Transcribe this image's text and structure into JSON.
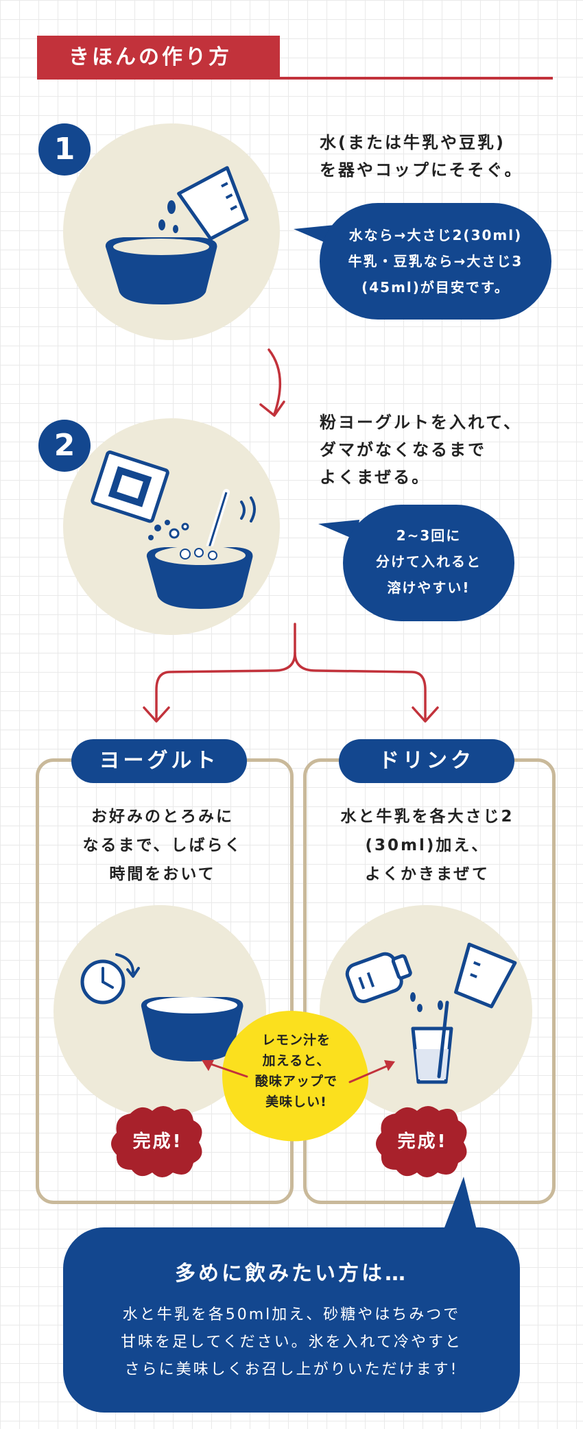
{
  "header": {
    "title": "きほんの作り方"
  },
  "steps": [
    {
      "number": "1",
      "text": [
        "水(または牛乳や豆乳)",
        "を器やコップにそそぐ。"
      ],
      "bubble": [
        "水なら→大さじ2(30ml)",
        "牛乳・豆乳なら→大さじ3",
        "(45ml)が目安です。"
      ]
    },
    {
      "number": "2",
      "text": [
        "粉ヨーグルトを入れて、",
        "ダマがなくなるまで",
        "よくまぜる。"
      ],
      "bubble": [
        "2~3回に",
        "分けて入れると",
        "溶けやすい!"
      ]
    }
  ],
  "options": [
    {
      "tag": "ヨーグルト",
      "text": [
        "お好みのとろみに",
        "なるまで、しばらく",
        "時間をおいて"
      ],
      "complete": "完成!"
    },
    {
      "tag": "ドリンク",
      "text": [
        "水と牛乳を各大さじ2",
        "(30ml)加え、",
        "よくかきまぜて"
      ],
      "complete": "完成!"
    }
  ],
  "lemon": {
    "lines": [
      "レモン汁を",
      "加えると、",
      "酸味アップで",
      "美味しい!"
    ]
  },
  "final": {
    "title": "多めに飲みたい方は…",
    "lines": [
      "水と牛乳を各50ml加え、砂糖やはちみつで",
      "甘味を足してください。氷を入れて冷やすと",
      "さらに美味しくお召し上がりいただけます!"
    ]
  },
  "colors": {
    "navy": "#13478f",
    "red": "#c2323b",
    "cream": "#eeead9",
    "lemon": "#fbe01e",
    "card_border": "#c9b99a"
  }
}
